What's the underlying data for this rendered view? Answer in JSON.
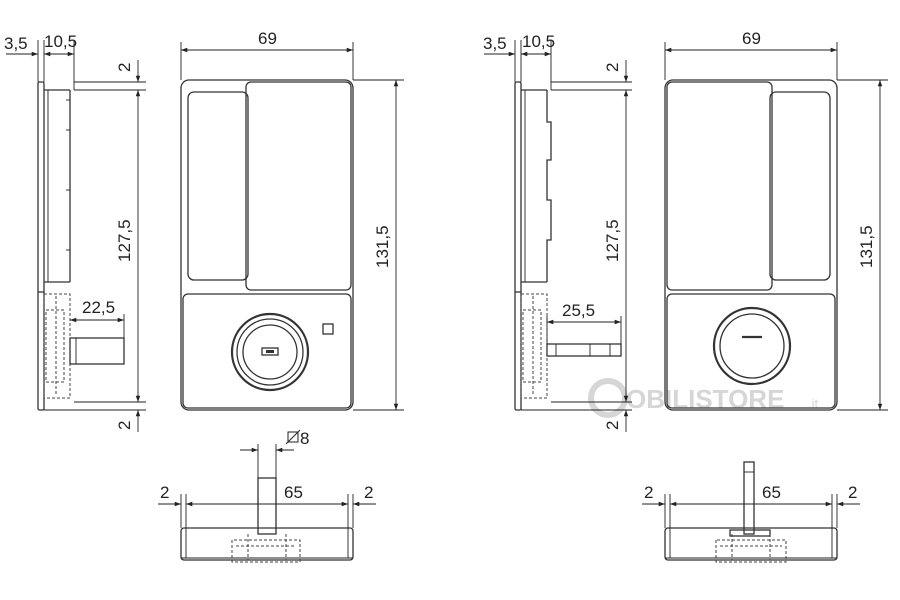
{
  "dimensions": {
    "left_side_thickness": "3,5",
    "left_side_depth": "10,5",
    "left_top_gap": "2",
    "left_inner_height": "127,5",
    "left_bottom_gap": "2",
    "left_spindle_length": "22,5",
    "left_front_width": "69",
    "left_front_height": "131,5",
    "right_side_thickness": "3,5",
    "right_side_depth": "10,5",
    "right_top_gap": "2",
    "right_inner_height": "127,5",
    "right_bottom_gap": "2",
    "right_spindle_length": "25,5",
    "right_front_width": "69",
    "right_front_height": "131,5",
    "bottom_left_square": "8",
    "bottom_left_gap_left": "2",
    "bottom_left_width": "65",
    "bottom_left_gap_right": "2",
    "bottom_right_gap_left": "2",
    "bottom_right_width": "65",
    "bottom_right_gap_right": "2"
  },
  "watermark": {
    "brand": "OBILISTORE",
    "suffix": ".it"
  }
}
